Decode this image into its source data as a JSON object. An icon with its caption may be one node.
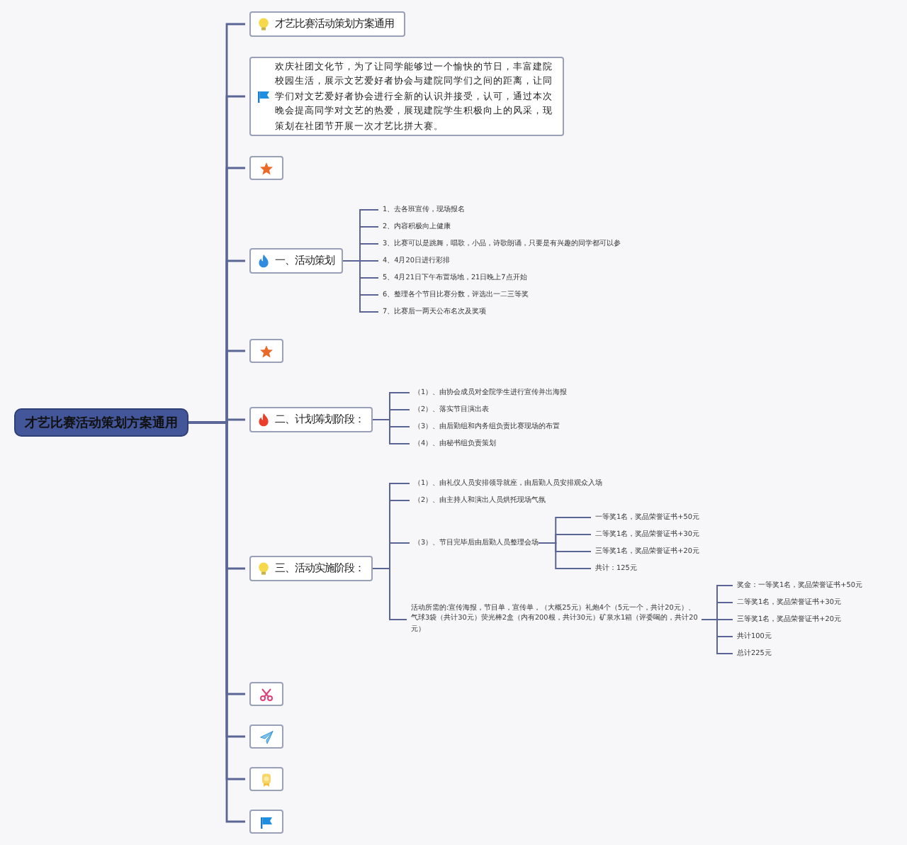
{
  "diagram": {
    "nodes": [
      {
        "text": [
          "才艺比赛活动策划方案通用"
        ]
      },
      {
        "text": [
          "才艺比赛活动策划方案通用"
        ]
      },
      {
        "text": [
          "欢庆社团文化节，为了让同学能够过一个愉快的节日，丰富建院校园生活，展示文艺爱好者协会与建院同学们之间的距离，让同学们对文艺爱好者协会进行全新的认识并接受，认可，通过本次晚会提高同学对文艺的热爱，展现建院学生积极向上的风采，现策划在社团节开展一次才艺比拼大赛。"
        ]
      },
      {
        "text": [],
        "shape": "box"
      },
      {
        "text": [
          "一、活动策划"
        ]
      },
      {
        "text": [
          "1、去各班宣传，现场报名"
        ]
      },
      {
        "text": [
          "2、内容积极向上健康"
        ]
      },
      {
        "text": [
          "3、比赛可以是跳舞，唱歌，小品，诗歌朗诵，只要是有兴趣的同学都可以参"
        ]
      },
      {
        "text": [
          "4、4月20日进行彩排"
        ]
      },
      {
        "text": [
          "5、4月21日下午布置场地，21日晚上7点开始"
        ]
      },
      {
        "text": [
          "6、整理各个节目比赛分数，评选出一二三等奖"
        ]
      },
      {
        "text": [
          "7、比赛后一两天公布名次及奖项"
        ]
      },
      {
        "text": [],
        "shape": "box"
      },
      {
        "text": [
          "二、计划筹划阶段："
        ]
      },
      {
        "text": [
          "（1）、由协会成员对全院学生进行宣传并出海报"
        ]
      },
      {
        "text": [
          "（2）、落实节目演出表"
        ]
      },
      {
        "text": [
          "（3）、由后勤组和内务组负责比赛现场的布置"
        ]
      },
      {
        "text": [
          "（4）、由秘书组负责策划"
        ]
      },
      {
        "text": [
          "三、活动实施阶段："
        ]
      },
      {
        "text": [
          "（1）、由礼仪人员安排领导就座，由后勤人员安排观众入场"
        ]
      },
      {
        "text": [
          "（2）、由主持人和演出人员烘托现场气氛"
        ]
      },
      {
        "text": [
          "（3）、节目完毕后由后勤人员整理会场"
        ]
      },
      {
        "text": [
          "一等奖1名，奖品荣誉证书+50元"
        ]
      },
      {
        "text": [
          "二等奖1名，奖品荣誉证书+30元"
        ]
      },
      {
        "text": [
          "三等奖1名，奖品荣誉证书+20元"
        ]
      },
      {
        "text": [
          "共计：125元"
        ]
      },
      {
        "text": [
          "活动所需的:宣传海报，节目单，宣传单，（大概25元）礼炮4个（5元一个，共计20元）、气球3袋（共计30元）荧光棒2盒（内有200根，共计30元）矿泉水1箱（评委喝的，共计20元）"
        ]
      },
      {
        "text": [
          "奖金：一等奖1名，奖品荣誉证书+50元"
        ]
      },
      {
        "text": [
          "二等奖1名，奖品荣誉证书+30元"
        ]
      },
      {
        "text": [
          "三等奖1名，奖品荣誉证书+20元"
        ]
      },
      {
        "text": [
          "共计100元"
        ]
      },
      {
        "text": [
          "总计225元"
        ]
      },
      {
        "text": [],
        "shape": "box"
      },
      {
        "text": [],
        "shape": "box"
      },
      {
        "text": [],
        "shape": "box"
      },
      {
        "text": [],
        "shape": "box"
      }
    ],
    "edges": [
      {
        "from": 0,
        "to": 1,
        "arrow": "none"
      },
      {
        "from": 0,
        "to": 2,
        "arrow": "none"
      },
      {
        "from": 0,
        "to": 3,
        "arrow": "none"
      },
      {
        "from": 0,
        "to": 4,
        "arrow": "none"
      },
      {
        "from": 4,
        "to": 5,
        "arrow": "none"
      },
      {
        "from": 4,
        "to": 6,
        "arrow": "none"
      },
      {
        "from": 4,
        "to": 7,
        "arrow": "none"
      },
      {
        "from": 4,
        "to": 8,
        "arrow": "none"
      },
      {
        "from": 4,
        "to": 9,
        "arrow": "none"
      },
      {
        "from": 4,
        "to": 10,
        "arrow": "none"
      },
      {
        "from": 4,
        "to": 11,
        "arrow": "none"
      },
      {
        "from": 0,
        "to": 12,
        "arrow": "none"
      },
      {
        "from": 0,
        "to": 13,
        "arrow": "none"
      },
      {
        "from": 13,
        "to": 14,
        "arrow": "none"
      },
      {
        "from": 13,
        "to": 15,
        "arrow": "none"
      },
      {
        "from": 13,
        "to": 16,
        "arrow": "none"
      },
      {
        "from": 13,
        "to": 17,
        "arrow": "none"
      },
      {
        "from": 0,
        "to": 18,
        "arrow": "none"
      },
      {
        "from": 18,
        "to": 19,
        "arrow": "none"
      },
      {
        "from": 18,
        "to": 20,
        "arrow": "none"
      },
      {
        "from": 18,
        "to": 21,
        "arrow": "none"
      },
      {
        "from": 21,
        "to": 22,
        "arrow": "none"
      },
      {
        "from": 21,
        "to": 23,
        "arrow": "none"
      },
      {
        "from": 21,
        "to": 24,
        "arrow": "none"
      },
      {
        "from": 21,
        "to": 25,
        "arrow": "none"
      },
      {
        "from": 18,
        "to": 26,
        "arrow": "none"
      },
      {
        "from": 26,
        "to": 27,
        "arrow": "none"
      },
      {
        "from": 26,
        "to": 28,
        "arrow": "none"
      },
      {
        "from": 26,
        "to": 29,
        "arrow": "none"
      },
      {
        "from": 26,
        "to": 30,
        "arrow": "none"
      },
      {
        "from": 26,
        "to": 31,
        "arrow": "none"
      },
      {
        "from": 0,
        "to": 32,
        "arrow": "none"
      },
      {
        "from": 0,
        "to": 33,
        "arrow": "none"
      },
      {
        "from": 0,
        "to": 34,
        "arrow": "none"
      },
      {
        "from": 0,
        "to": 35,
        "arrow": "none"
      }
    ]
  }
}
